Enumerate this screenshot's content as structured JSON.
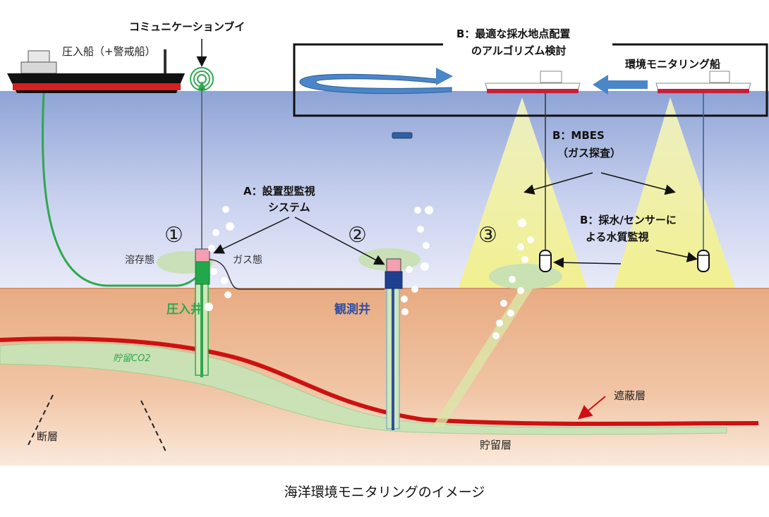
{
  "labels": {
    "comm_buoy": "コミュニケーションブイ",
    "injection_ship": "圧入船（+警戒船）",
    "algorithm_line1": "B：最適な採水地点配置",
    "algorithm_line2": "のアルゴリズム検討",
    "monitoring_ship": "環境モニタリング船",
    "mbes_line1": "B：MBES",
    "mbes_line2": "（ガス探査）",
    "fixed_system_line1": "A：設置型監視",
    "fixed_system_line2": "システム",
    "water_sampling_line1": "B：採水/センサーに",
    "water_sampling_line2": "よる水質監視",
    "dissolved": "溶存態",
    "gas": "ガス態",
    "injection_well": "圧入井",
    "observation_well": "観測井",
    "stored_co2": "貯留CO2",
    "seal_layer": "遮蔽層",
    "reservoir": "貯留層",
    "fault": "断層",
    "num1": "①",
    "num2": "②",
    "num3": "③"
  },
  "caption": "海洋環境モニタリングのイメージ",
  "colors": {
    "sea_top": "#d6dcf2",
    "sea_bottom": "#8ea4d6",
    "sediment": "#e3a47c",
    "seal": "#cc1111",
    "reservoir_fill": "#c8e0b8",
    "green": "#2fa84f",
    "navy": "#1f3f8f",
    "beam": "#eef0a0",
    "arrow_blue": "#4a86c8"
  },
  "icons": [
    "ship-icon",
    "antenna-icon",
    "sensor-icon",
    "bubble-icon",
    "arrow-icon"
  ]
}
